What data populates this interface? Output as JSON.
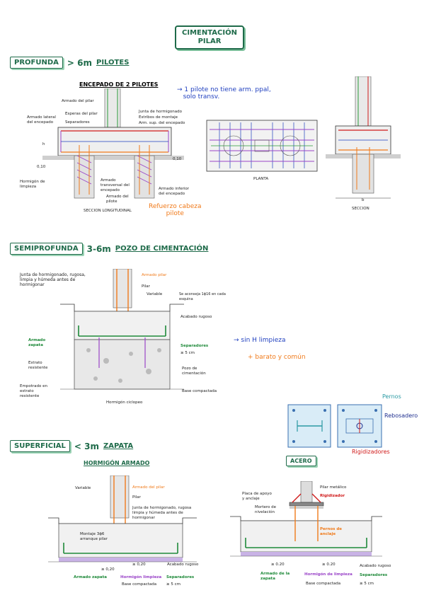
{
  "title": {
    "line1": "CIMENTACIÓN",
    "line2": "PILAR"
  },
  "profunda": {
    "label": "PROFUNDA",
    "depth": "> 6m",
    "type": "PILOTES",
    "diagram_title": "ENCEPADO DE 2 PILOTES",
    "labels": {
      "armado_pilar": "Armado del pilar",
      "esperas_pilar": "Esperas del pilar",
      "separadores": "Separadores",
      "armado_lateral": "Armado lateral\ndel encepado",
      "junta": "Junta de hormigonado",
      "estribos": "Estribos de montaje",
      "arm_sup": "Arm. sup. del encepado",
      "h": "h",
      "dim_010a": "0,10",
      "dim_010b": "0,10",
      "hormigon_limpieza": "Hormigón de\nlimpieza",
      "armado_transversal": "Armado\ntransversal del\nencepado",
      "armado_pilote": "Armado del\npilote",
      "armado_inferior": "Armado inferior\ndel encepado",
      "seccion_long": "SECCION LONGITUDINAL",
      "planta": "PLANTA",
      "seccion": "SECCION",
      "b": "b"
    },
    "note1": "→ 1 pilote no tiene arm. ppal,\n   solo transv.",
    "note2": "Refuerzo cabeza\npilote"
  },
  "semiprofunda": {
    "label": "SEMIPROFUNDA",
    "depth": "3-6m",
    "type": "POZO DE CIMENTACIÓN",
    "labels": {
      "junta": "Junta de hormigonado, rugosa,\nlimpia y húmeda antes de\nhormigonar",
      "armado_pilar": "Armado pilar",
      "pilar": "Pilar",
      "variable": "Variable",
      "aconseja": "Se aconseja 1ϕ16 en cada\nesquina",
      "acabado": "Acabado rugoso",
      "armado_zapata": "Armado\nzapata",
      "separadores": "Separadores",
      "ge5": "≥ 5 cm",
      "estrato": "Estrato\nresistente",
      "pozo": "Pozo de\ncimentación",
      "empotrado": "Empotrado en\nestrato\nresistente",
      "base": "Base compactada",
      "ciclopeo": "Hormigón ciclopeo"
    },
    "note1": "→ sin H limpieza",
    "note2": "+ barato y común"
  },
  "acero": {
    "label": "ACERO",
    "pernos": "Pernos",
    "rebosadero": "Rebosadero",
    "rigidizadores": "Rigidizadores"
  },
  "superficial": {
    "label": "SUPERFICIAL",
    "depth": "< 3m",
    "type": "ZAPATA",
    "subtype": "HORMIGÓN ARMADO",
    "left_labels": {
      "variable": "Variable",
      "armado_pilar": "Armado del pilar",
      "pilar": "Pilar",
      "junta": "Junta de hormigonado, rugosa\nlimpia y húmeda antes de\nhormigonar",
      "montaje": "Montaje 3ϕ6\narranque pilar",
      "dim1": "≥ 0,20",
      "dim2": "≥ 0,20",
      "acabado": "Acabado rugoso",
      "armado_zapata": "Armado zapata",
      "hormigon_limpieza": "Hormigón limpieza",
      "separadores": "Separadores",
      "base": "Base compactada",
      "ge5": "≥ 5 cm"
    },
    "right_labels": {
      "placa": "Placa de apoyo\ny anclaje",
      "pilar_metalico": "Pilar metálico",
      "rigidizador": "Rigidizador",
      "mortero": "Mortero de\nnivelación",
      "pernos": "Pernos de\nanclaje",
      "dim1": "≥ 0.20",
      "dim2": "≥ 0.20",
      "acabado": "Acabado rugoso",
      "armado_zapata": "Armado de la\nzapata",
      "hormigon_limpieza": "Hormigón de limpieza",
      "separadores": "Separadores",
      "base": "Base compactada",
      "ge5": "≥ 5 cm"
    }
  }
}
